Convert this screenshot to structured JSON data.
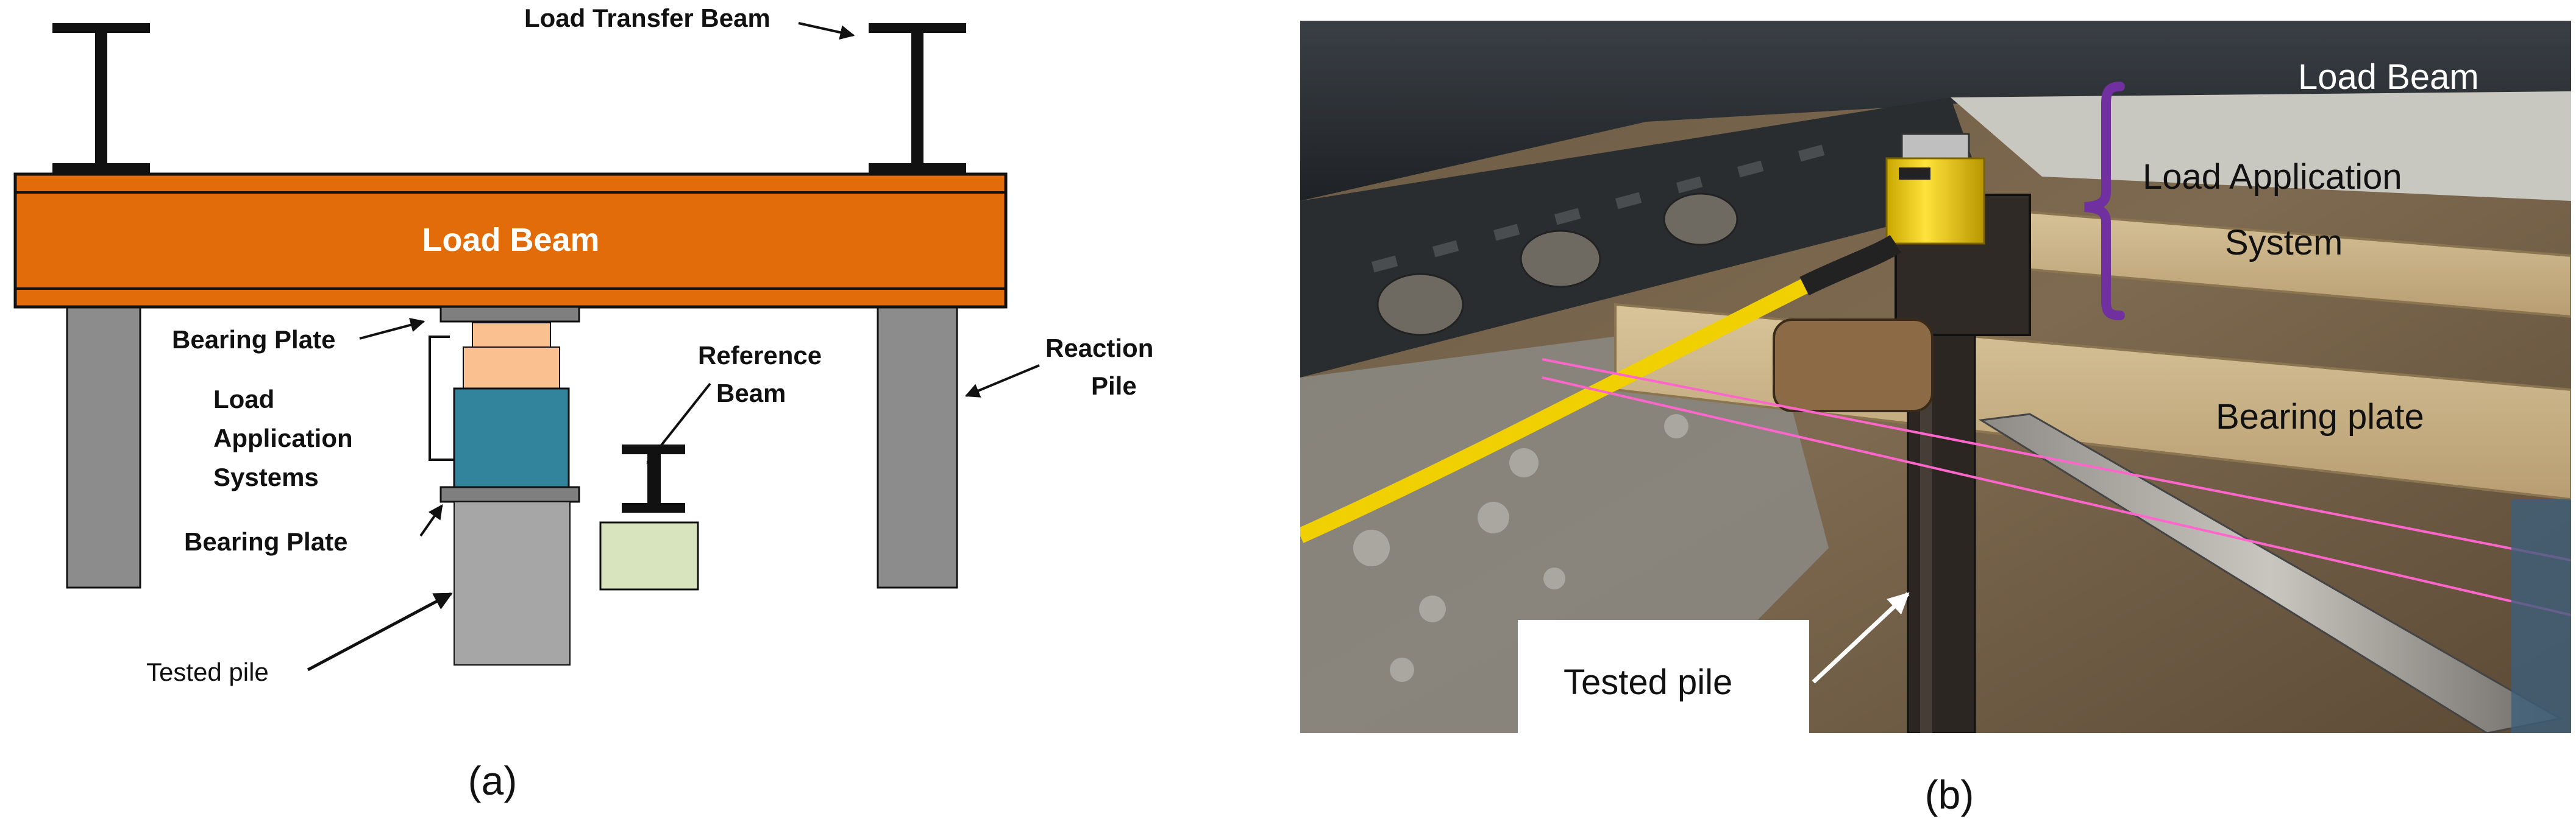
{
  "panel_a": {
    "caption": "(a)",
    "labels": {
      "load_transfer_beam": "Load Transfer Beam",
      "load_beam": "Load Beam",
      "bearing_plate_top": "Bearing Plate",
      "load_application_line1": "Load",
      "load_application_line2": "Application",
      "load_application_line3": "Systems",
      "bearing_plate_bottom": "Bearing Plate",
      "reference_beam_line1": "Reference",
      "reference_beam_line2": "Beam",
      "reaction_pile_line1": "Reaction",
      "reaction_pile_line2": "Pile",
      "tested_pile": "Tested pile"
    },
    "colors": {
      "load_beam": "#e36c0a",
      "beam_steel": "#111111",
      "reaction_pile": "#8c8c8c",
      "bearing_plate": "#7f7f7f",
      "spacer": "#fac090",
      "jack": "#31849b",
      "tested_pile": "#a6a6a6",
      "reference_block": "#d7e4bd"
    }
  },
  "panel_b": {
    "caption": "(b)",
    "labels": {
      "load_beam": "Load Beam",
      "load_application_line1": "Load Application",
      "load_application_line2": "System",
      "bearing_plate": "Bearing plate",
      "tested_pile": "Tested pile"
    },
    "colors": {
      "brace": "#7030a0",
      "jack": "#f2d10f",
      "hose": "#f0d000",
      "string_line": "#ff66cc"
    }
  }
}
